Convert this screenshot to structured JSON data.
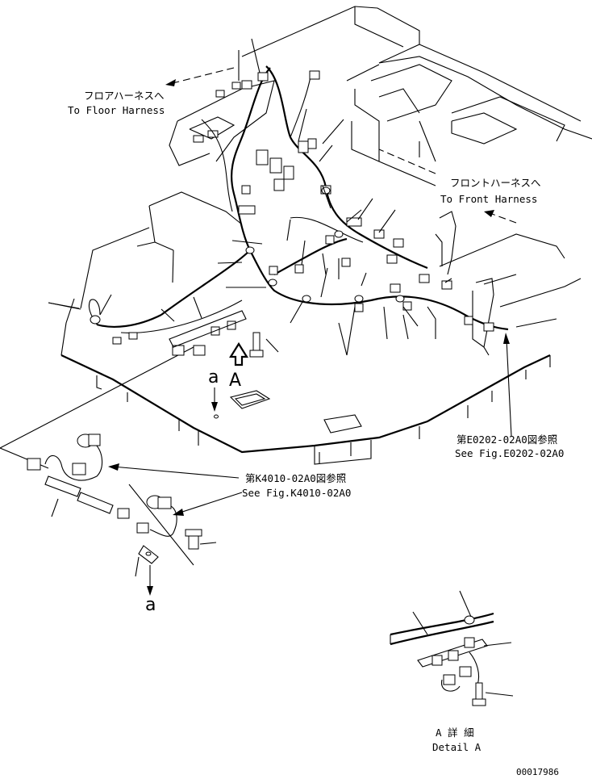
{
  "callouts": {
    "floor_harness_jp": "フロアハーネスへ",
    "floor_harness_en": "To Floor Harness",
    "front_harness_jp": "フロントハーネスへ",
    "front_harness_en": "To Front Harness",
    "fig_e0202_jp": "第E0202-02A0図参照",
    "fig_e0202_en": "See Fig.E0202-02A0",
    "fig_k4010_jp": "第K4010-02A0図参照",
    "fig_k4010_en": "See Fig.K4010-02A0",
    "detail_a_jp": "A 詳 細",
    "detail_a_en": "Detail A"
  },
  "markers": {
    "view_a": "A",
    "point_a_top": "a",
    "point_a_bottom": "a"
  },
  "drawing_number": "00017986"
}
